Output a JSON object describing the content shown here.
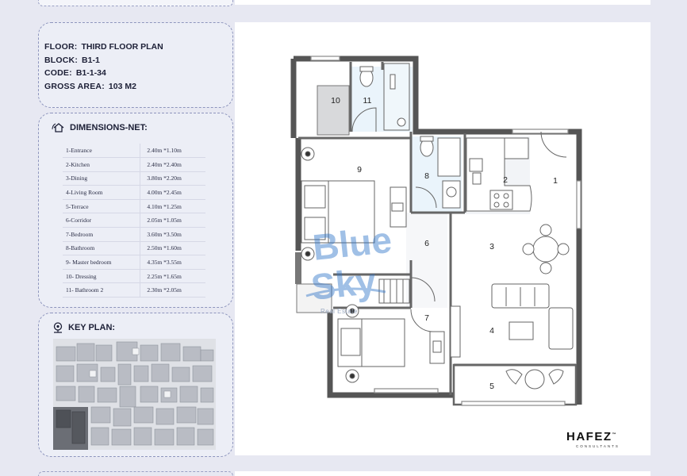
{
  "info": {
    "floor_label": "FLOOR:",
    "floor_value": "THIRD FLOOR PLAN",
    "block_label": "BLOCK:",
    "block_value": "B1-1",
    "code_label": "CODE:",
    "code_value": "B1-1-34",
    "area_label": "GROSS AREA:",
    "area_value": "103 M2"
  },
  "dimensions": {
    "title": "DIMENSIONS-NET:",
    "rows": [
      {
        "name": "1-Entrance",
        "size": "2.40m *1.10m"
      },
      {
        "name": "2-Kitchen",
        "size": "2.40m *2.40m"
      },
      {
        "name": "3-Dining",
        "size": "3.80m *2.20m"
      },
      {
        "name": "4-Living Room",
        "size": "4.00m *2.45m"
      },
      {
        "name": "5-Terrace",
        "size": "4.10m *1.25m"
      },
      {
        "name": "6-Corridor",
        "size": "2.05m *1.05m"
      },
      {
        "name": "7-Bedroom",
        "size": "3.60m *3.50m"
      },
      {
        "name": "8-Bathroom",
        "size": "2.50m *1.60m"
      },
      {
        "name": "9- Master bedroom",
        "size": "4.35m *3.55m"
      },
      {
        "name": "10- Dressing",
        "size": "2.25m *1.65m"
      },
      {
        "name": "11- Bathroom 2",
        "size": "2.30m *2.05m"
      }
    ]
  },
  "key_plan": {
    "title": "KEY PLAN:"
  },
  "plan": {
    "room_labels": [
      "1",
      "2",
      "3",
      "4",
      "5",
      "6",
      "7",
      "8",
      "9",
      "10",
      "11"
    ]
  },
  "watermark": {
    "line1": "Blue",
    "line2": "Sky",
    "line3": "Real Estate"
  },
  "brand": {
    "name": "HAFEZ",
    "sub": "CONSULTANTS",
    "tm": "™"
  },
  "colors": {
    "panel_bg": "#eceef6",
    "border": "#8e95bd",
    "wall": "#555555",
    "wet_area": "#eaf4fb",
    "watermark": "#2f74c9"
  }
}
